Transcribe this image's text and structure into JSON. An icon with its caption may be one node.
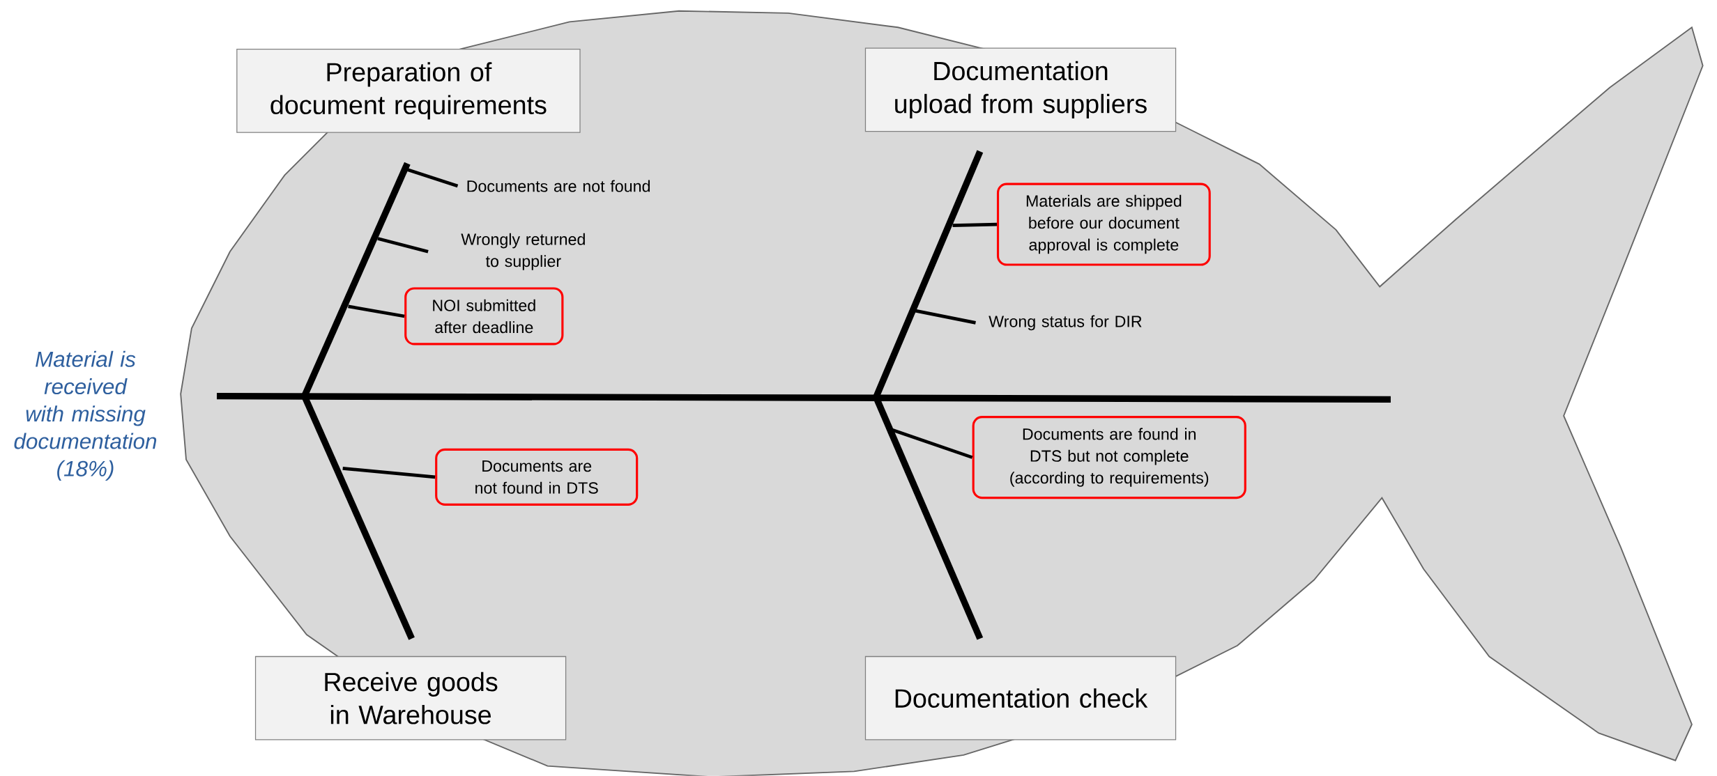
{
  "diagram": {
    "nodes": [
      {
        "text": [
          "Material is received with missing documentation (18%)"
        ]
      },
      {
        "text": [
          "Preparation of document requirements"
        ]
      },
      {
        "text": [
          "Documentation upload from suppliers"
        ]
      },
      {
        "text": [
          "Receive goods in Warehouse"
        ]
      },
      {
        "text": [
          "Documentation check"
        ]
      },
      {
        "text": [
          "Documents are not found"
        ]
      },
      {
        "text": [
          "Wrongly returned to supplier"
        ]
      },
      {
        "text": [
          "NOI submitted after deadline"
        ]
      },
      {
        "text": [
          "Documents are not found in DTS"
        ]
      },
      {
        "text": [
          "Materials are shipped before our document approval is complete"
        ]
      },
      {
        "text": [
          "Wrong status for DIR"
        ]
      },
      {
        "text": [
          "Documents are found in DTS but not complete (according to requirements)"
        ]
      }
    ],
    "edges": [
      {
        "from": 1,
        "to": null,
        "arrow": "none",
        "style": "thick"
      },
      {
        "from": 3,
        "to": null,
        "arrow": "none",
        "style": "thick"
      },
      {
        "from": 2,
        "to": null,
        "arrow": "none",
        "style": "thick"
      },
      {
        "from": 4,
        "to": null,
        "arrow": "none",
        "style": "thick"
      },
      {
        "from": 5,
        "to": null,
        "arrow": "none"
      },
      {
        "from": 6,
        "to": null,
        "arrow": "none"
      },
      {
        "from": 7,
        "to": null,
        "arrow": "none"
      },
      {
        "from": 8,
        "to": null,
        "arrow": "none"
      },
      {
        "from": 9,
        "to": null,
        "arrow": "none"
      },
      {
        "from": 10,
        "to": null,
        "arrow": "none"
      },
      {
        "from": 11,
        "to": null,
        "arrow": "none"
      }
    ]
  }
}
